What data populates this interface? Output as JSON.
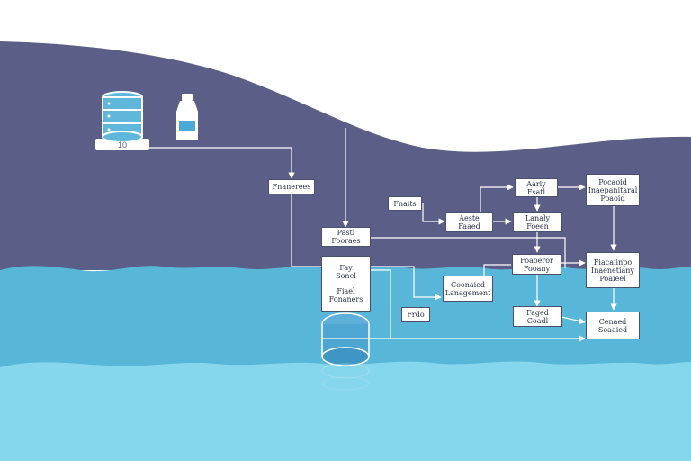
{
  "colors": {
    "sky": "#ffffff",
    "hill": "#5b5e86",
    "water_top": "#58b7d8",
    "water_bottom": "#86d6ee",
    "line": "#ffffff",
    "box_border": "#4a5170",
    "text": "#2a2f48"
  },
  "icons": {
    "server": "server-rack-icon",
    "bottle": "water-bottle-icon",
    "tank": "water-tank-icon"
  },
  "server_label": "10",
  "nodes": {
    "n1": {
      "lines": [
        "Fnanerees"
      ]
    },
    "n2": {
      "lines": [
        "Fnaits"
      ]
    },
    "n3": {
      "lines": [
        "Aariy",
        "Fsatl"
      ]
    },
    "n4": {
      "lines": [
        "Pocaoid",
        "Inaepanitaral",
        "Poaoid"
      ]
    },
    "n5": {
      "lines": [
        "Aeste",
        "Faaed"
      ]
    },
    "n6": {
      "lines": [
        "Lanaly",
        "Foeen"
      ]
    },
    "n7": {
      "lines": [
        "Pastl",
        "Fooraes"
      ]
    },
    "n8": {
      "lines": [
        "Fay",
        "Sonel",
        "",
        "Fiael",
        "Fonaners"
      ]
    },
    "n9": {
      "lines": [
        "Foaoeror",
        "Fooany"
      ]
    },
    "n10": {
      "lines": [
        "Fiacaiinpo",
        "Inaenetiany",
        "Poaieel"
      ]
    },
    "n11": {
      "lines": [
        "Coonaied",
        "Lanagement"
      ]
    },
    "n12": {
      "lines": [
        "Frdo"
      ]
    },
    "n13": {
      "lines": [
        "Faged",
        "Coadl"
      ]
    },
    "n14": {
      "lines": [
        "Cenaed",
        "Soaaied"
      ]
    }
  }
}
